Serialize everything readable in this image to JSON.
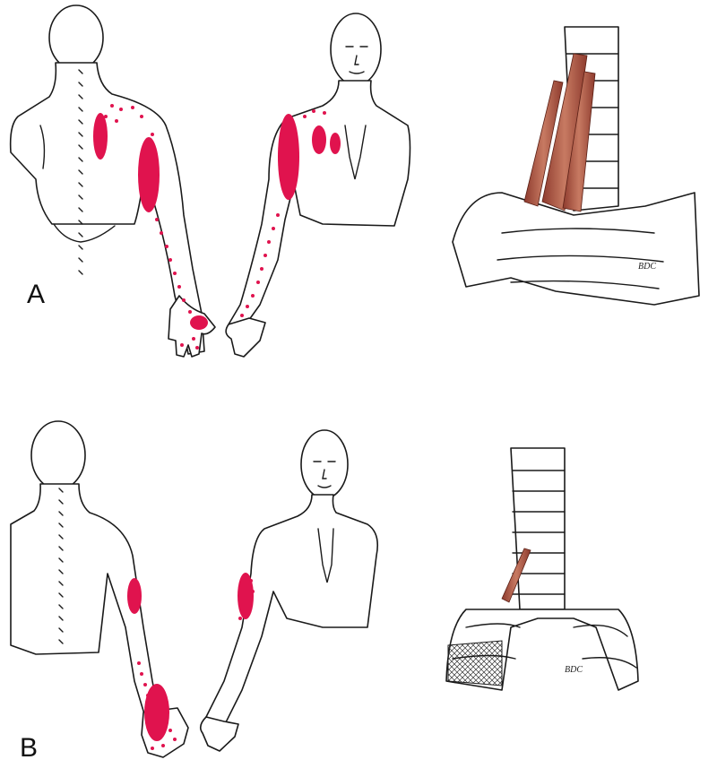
{
  "colors": {
    "pain": "#e0134e",
    "muscle": "#b5594a",
    "ink": "#1a1a1a",
    "background": "#ffffff"
  },
  "panels": [
    {
      "label": "A",
      "signature": "BDC"
    },
    {
      "label": "B",
      "signature": "BDC"
    }
  ]
}
